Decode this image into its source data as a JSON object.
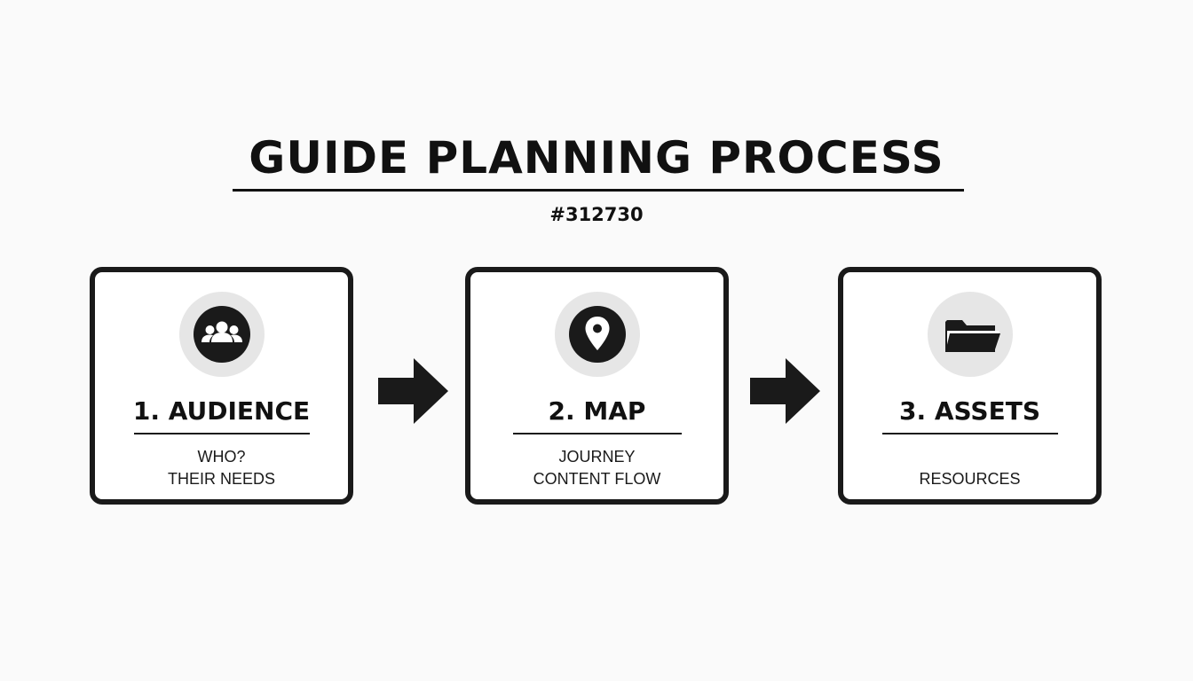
{
  "header": {
    "title": "GUIDE PLANNING PROCESS",
    "id_label": "#312730"
  },
  "steps": [
    {
      "title": "1. AUDIENCE",
      "icon": "users-group-icon",
      "lines": [
        "WHO?",
        "THEIR NEEDS"
      ]
    },
    {
      "title": "2. MAP",
      "icon": "map-pin-icon",
      "lines": [
        "JOURNEY",
        "CONTENT FLOW"
      ]
    },
    {
      "title": "3. ASSETS",
      "icon": "folder-icon",
      "lines": [
        "RESOURCES"
      ]
    }
  ],
  "connectors": [
    "right-arrow-icon",
    "right-arrow-icon"
  ],
  "colors": {
    "background": "#fafafa",
    "ink": "#1a1a1a",
    "icon_disc": "#e6e6e6",
    "card_fill": "#ffffff"
  }
}
